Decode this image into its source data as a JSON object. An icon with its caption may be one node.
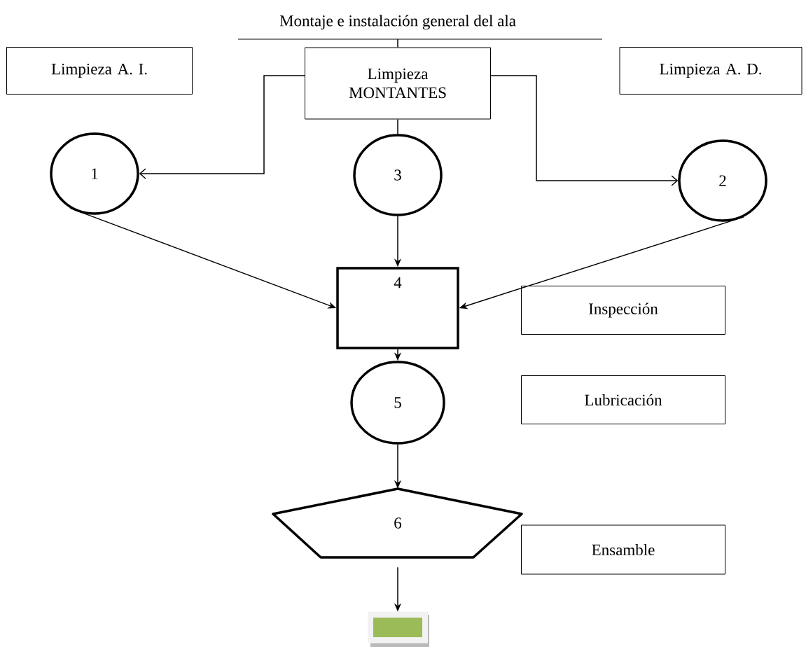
{
  "diagram": {
    "nodes": [
      {
        "text": [
          "Montaje e instalación general del ala"
        ]
      },
      {
        "text": [
          "Limpieza A. I."
        ]
      },
      {
        "text": [
          "Limpieza MONTANTES"
        ]
      },
      {
        "text": [
          "Limpieza A. D."
        ]
      },
      {
        "text": [
          "1"
        ]
      },
      {
        "text": [
          "3"
        ]
      },
      {
        "text": [
          "2"
        ]
      },
      {
        "text": [
          "4"
        ]
      },
      {
        "text": [
          "Inspección"
        ]
      },
      {
        "text": [
          "5"
        ]
      },
      {
        "text": [
          "Lubricación"
        ]
      },
      {
        "text": [
          "6"
        ]
      },
      {
        "text": [
          "Ensamble"
        ]
      },
      {
        "text": [],
        "shape": "box"
      }
    ],
    "edges": [
      {
        "from": 0,
        "to": 2,
        "arrow": "none"
      },
      {
        "from": 2,
        "to": 4,
        "arrow": "to"
      },
      {
        "from": 2,
        "to": 5,
        "arrow": "none"
      },
      {
        "from": 2,
        "to": 6,
        "arrow": "to"
      },
      {
        "from": 4,
        "to": 7,
        "arrow": "to"
      },
      {
        "from": 5,
        "to": 7,
        "arrow": "to"
      },
      {
        "from": 6,
        "to": 7,
        "arrow": "to"
      },
      {
        "from": 7,
        "to": 9,
        "arrow": "to"
      },
      {
        "from": 9,
        "to": 11,
        "arrow": "to"
      },
      {
        "from": 11,
        "to": 13,
        "arrow": "to"
      }
    ]
  }
}
